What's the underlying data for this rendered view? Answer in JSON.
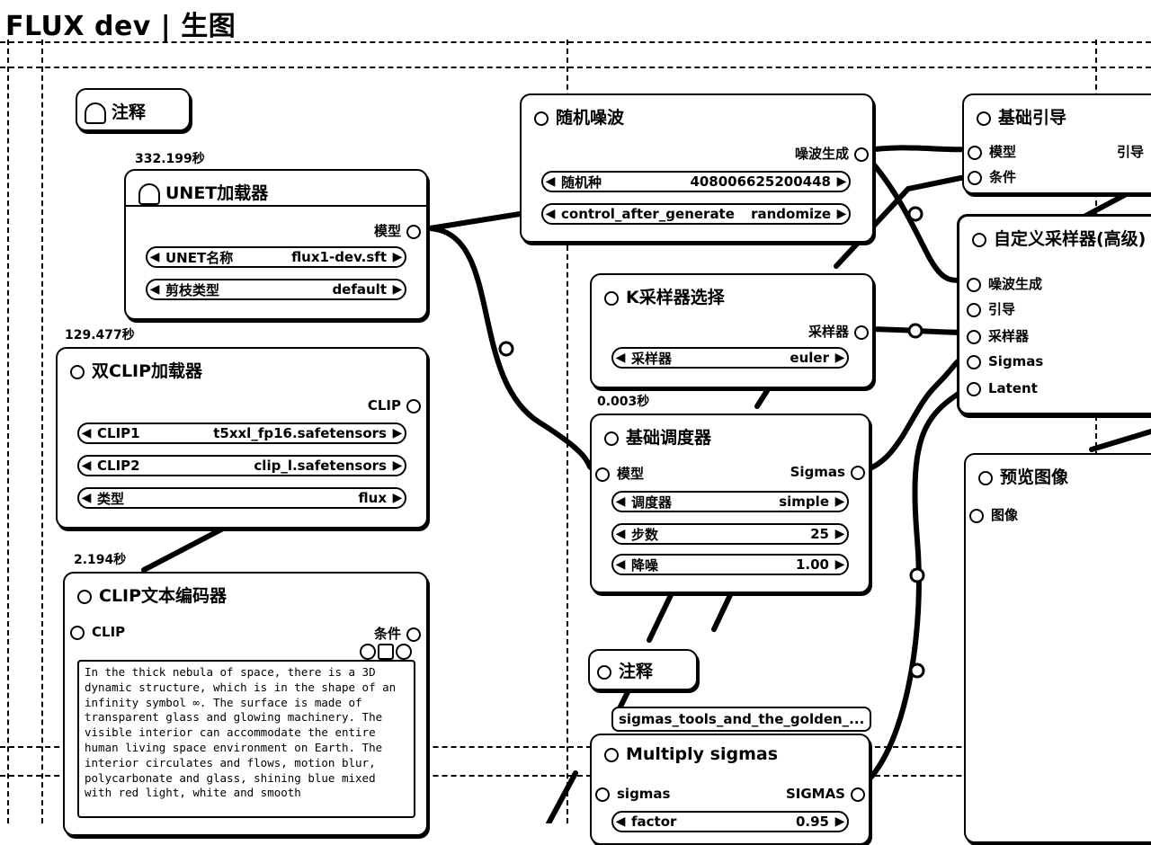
{
  "title": "FLUX dev | 生图",
  "timings": {
    "unet": "332.199秒",
    "dualclip": "129.477秒",
    "clipenc": "2.194秒",
    "scheduler": "0.003秒"
  },
  "note1": {
    "title": "注释"
  },
  "unet": {
    "title": "UNET加载器",
    "out_model": "模型",
    "w_name_label": "UNET名称",
    "w_name_value": "flux1-dev.sft",
    "w_prune_label": "剪枝类型",
    "w_prune_value": "default"
  },
  "dualclip": {
    "title": "双CLIP加载器",
    "out_clip": "CLIP",
    "w_clip1_label": "CLIP1",
    "w_clip1_value": "t5xxl_fp16.safetensors",
    "w_clip2_label": "CLIP2",
    "w_clip2_value": "clip_l.safetensors",
    "w_type_label": "类型",
    "w_type_value": "flux"
  },
  "clipenc": {
    "title": "CLIP文本编码器",
    "in_clip": "CLIP",
    "out_cond": "条件",
    "prompt": "In the thick nebula of space, there is a 3D dynamic structure, which is in the shape of an infinity symbol ∞. The surface is made of transparent glass and glowing machinery. The visible interior can accommodate the entire human living space environment on Earth. The interior circulates and flows, motion blur, polycarbonate and glass, shining blue mixed with red light, white and smooth"
  },
  "noise": {
    "title": "随机噪波",
    "out_noise": "噪波生成",
    "w_seed_label": "随机种",
    "w_seed_value": "408006625200448",
    "w_ctrl_label": "control_after_generate",
    "w_ctrl_value": "randomize"
  },
  "ksampler": {
    "title": "K采样器选择",
    "out_sampler": "采样器",
    "w_label": "采样器",
    "w_value": "euler"
  },
  "scheduler": {
    "title": "基础调度器",
    "in_model": "模型",
    "out_sigmas": "Sigmas",
    "w_sched_label": "调度器",
    "w_sched_value": "simple",
    "w_steps_label": "步数",
    "w_steps_value": "25",
    "w_denoise_label": "降噪",
    "w_denoise_value": "1.00"
  },
  "note2": {
    "title": "注释",
    "pill": "sigmas_tools_and_the_golden_..."
  },
  "multiply": {
    "title": "Multiply sigmas",
    "in_sigmas": "sigmas",
    "out_sigmas": "SIGMAS",
    "w_label": "factor",
    "w_value": "0.95"
  },
  "guider": {
    "title": "基础引导",
    "in_model": "模型",
    "in_cond": "条件",
    "out_guider": "引导"
  },
  "custom": {
    "title": "自定义采样器(高级)",
    "in_noise": "噪波生成",
    "in_guider": "引导",
    "in_sampler": "采样器",
    "in_sigmas": "Sigmas",
    "in_latent": "Latent"
  },
  "preview": {
    "title": "预览图像",
    "in_image": "图像"
  }
}
